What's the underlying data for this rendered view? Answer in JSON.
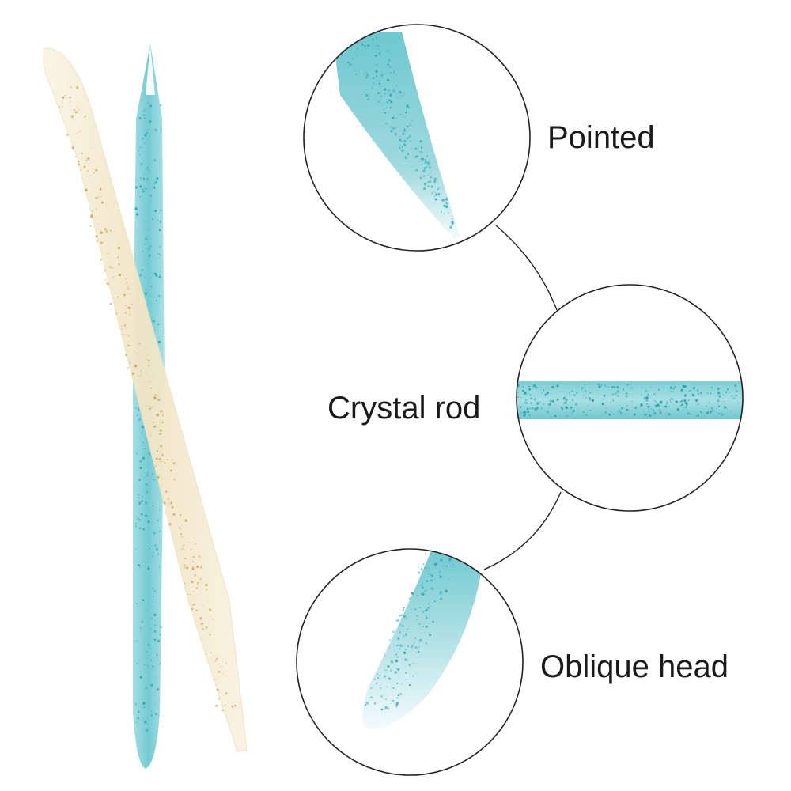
{
  "labels": {
    "pointed": "Pointed",
    "crystal_rod": "Crystal rod",
    "oblique_head": "Oblique head"
  },
  "colors": {
    "background": "#ffffff",
    "blue_rod": "#7fd0d6",
    "blue_glitter": "#2aa3b4",
    "gold_rod": "#f4ead0",
    "gold_glitter": "#c9a24a",
    "circle_stroke": "#222222",
    "label_text": "#1a1a1a"
  }
}
